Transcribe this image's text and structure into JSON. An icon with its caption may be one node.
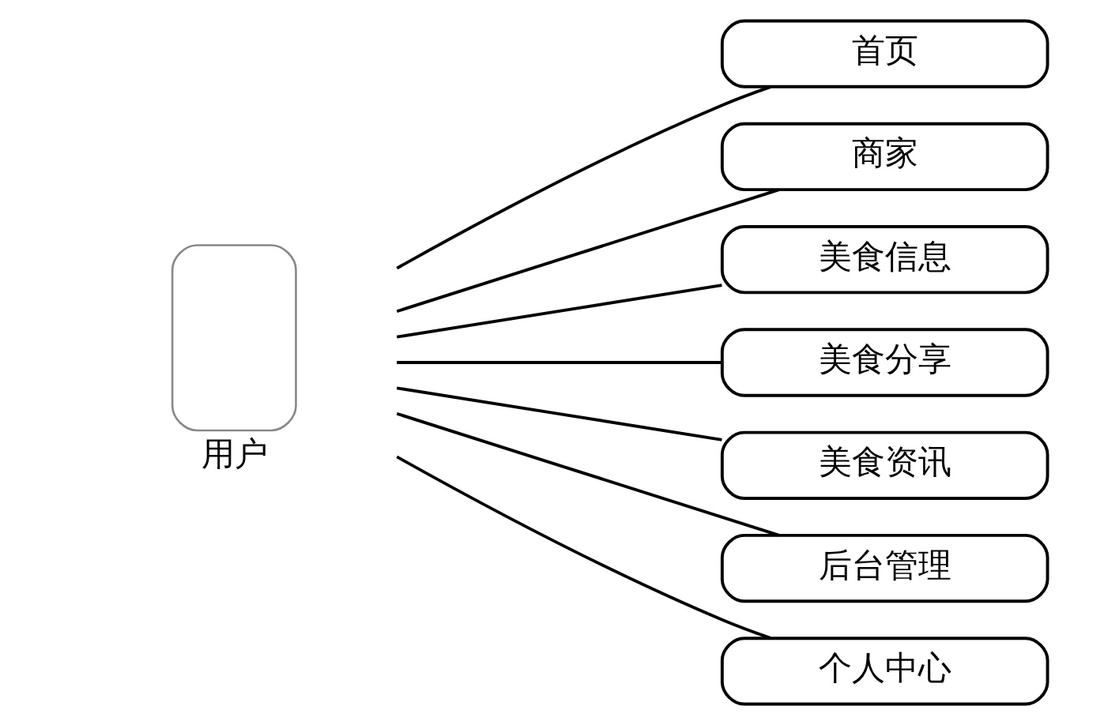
{
  "diagram": {
    "nodes": [
      {
        "text": [
          "用户"
        ]
      },
      {
        "text": [
          "首页"
        ]
      },
      {
        "text": [
          "商家"
        ]
      },
      {
        "text": [
          "美食信息"
        ]
      },
      {
        "text": [
          "美食分享"
        ]
      },
      {
        "text": [
          "美食资讯"
        ]
      },
      {
        "text": [
          "后台管理"
        ]
      },
      {
        "text": [
          "个人中心"
        ]
      }
    ],
    "edges": [
      {
        "from": 0,
        "to": 1,
        "arrow": "none"
      },
      {
        "from": 0,
        "to": 2,
        "arrow": "none"
      },
      {
        "from": 0,
        "to": 3,
        "arrow": "none"
      },
      {
        "from": 0,
        "to": 4,
        "arrow": "none"
      },
      {
        "from": 0,
        "to": 5,
        "arrow": "none"
      },
      {
        "from": 0,
        "to": 6,
        "arrow": "none"
      },
      {
        "from": 0,
        "to": 7,
        "arrow": "none"
      }
    ]
  }
}
